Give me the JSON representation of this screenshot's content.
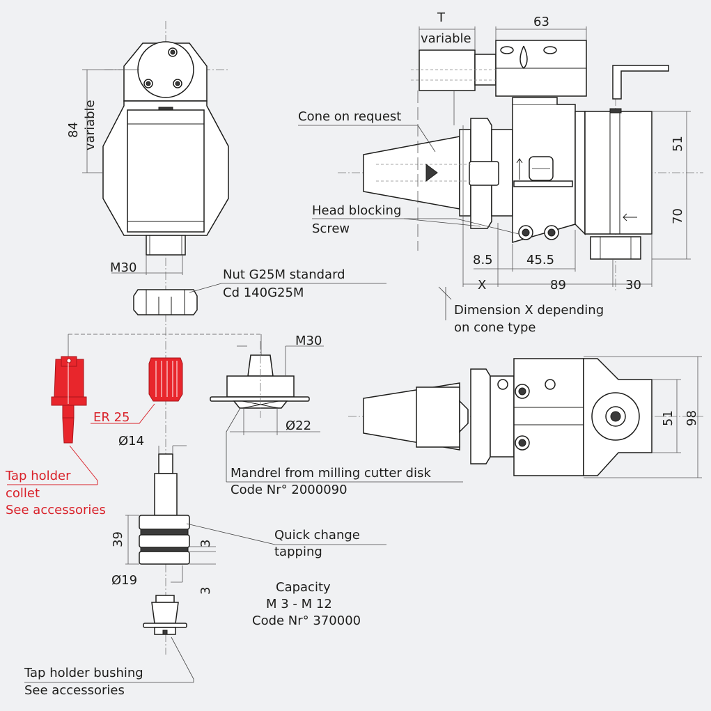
{
  "labels": {
    "t_letter": "T",
    "t_variable": "variable",
    "dim_63": "63",
    "dim_84": "84",
    "variable_vertical": "variable",
    "cone_on_request": "Cone on request",
    "dim_51_top": "51",
    "dim_70": "70",
    "head_blocking_1": "Head blocking",
    "head_blocking_2": "Screw",
    "dim_8_5": "8.5",
    "dim_45_5": "45.5",
    "dim_x": "X",
    "dim_89": "89",
    "dim_30": "30",
    "dim_x_note_1": "Dimension X depending",
    "dim_x_note_2": "on cone type",
    "m30_top": "M30",
    "nut_1": "Nut G25M standard",
    "nut_2": "Cd 140G25M",
    "m30_mandrel": "M30",
    "er25": "ER 25",
    "d22": "Ø22",
    "d14": "Ø14",
    "tap_holder_collet_1": "Tap holder",
    "tap_holder_collet_2": "collet",
    "tap_holder_collet_3": "See accessories",
    "mandrel_1": "Mandrel from milling cutter disk",
    "mandrel_2": "Code Nr° 2000090",
    "dim_39": "39",
    "dim_3a": "3",
    "dim_3b": "3",
    "d19": "Ø19",
    "quick_change_1": "Quick change",
    "quick_change_2": "tapping",
    "capacity_1": "Capacity",
    "capacity_2": "M 3 - M 12",
    "capacity_3": "Code Nr° 370000",
    "bushing_1": "Tap holder bushing",
    "bushing_2": "See accessories",
    "dim_51_bottom": "51",
    "dim_98": "98"
  },
  "colors": {
    "accent_red": "#d9222a",
    "ink": "#1d1d1b",
    "background": "#f0f1f3"
  }
}
